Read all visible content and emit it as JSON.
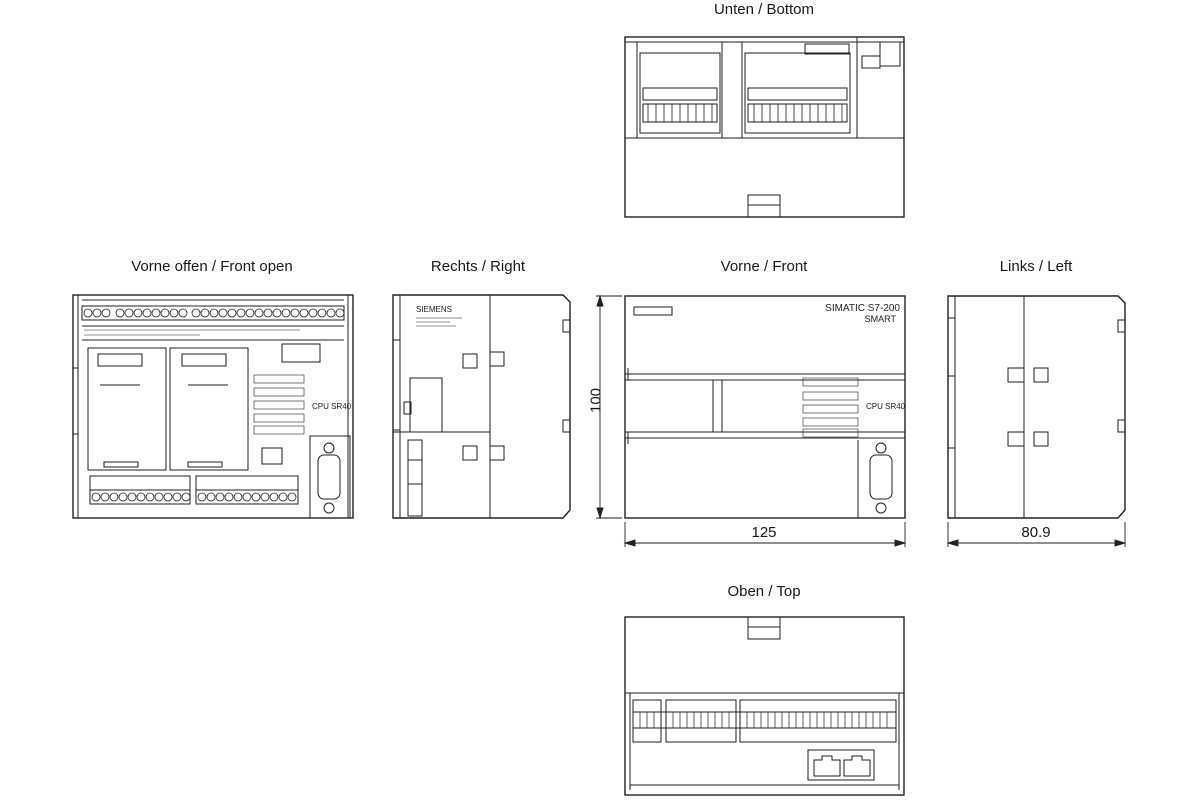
{
  "views": {
    "bottom": "Unten / Bottom",
    "front_open": "Vorne offen / Front open",
    "right": "Rechts / Right",
    "front": "Vorne / Front",
    "left": "Links / Left",
    "top": "Oben / Top"
  },
  "dimensions": {
    "height": "100",
    "width": "125",
    "depth": "80.9"
  },
  "device": {
    "brand_front": "SIMATIC S7-200",
    "brand_front_line2": "SMART",
    "model": "CPU SR40",
    "maker": "SIEMENS"
  }
}
